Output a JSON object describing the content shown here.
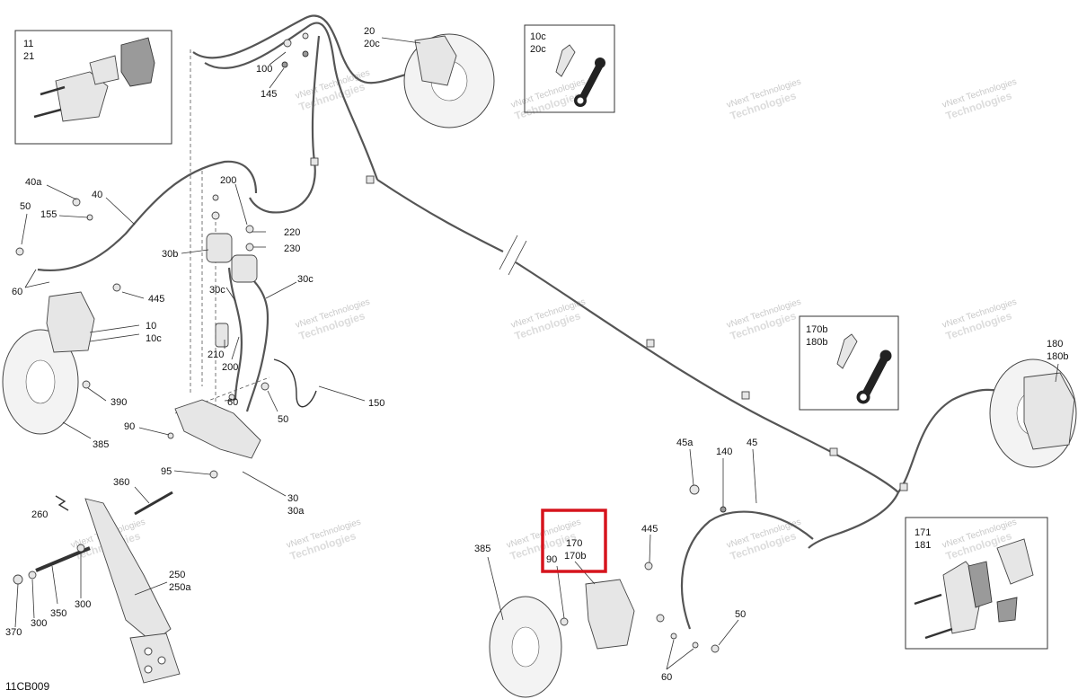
{
  "figure_code": "11CB009",
  "watermark": {
    "line1": "vNext",
    "line2": "Technologies",
    "combined": "vNext Technologies"
  },
  "inset_boxes": {
    "top_left": [
      "11",
      "21"
    ],
    "bleeders_front": [
      "10c",
      "20c"
    ],
    "bleeders_rear": [
      "170b",
      "180b"
    ],
    "pads_rear": [
      "171",
      "181"
    ]
  },
  "callouts": {
    "c20": "20",
    "c20c": "20c",
    "c100": "100",
    "c145": "145",
    "c40a": "40a",
    "c40": "40",
    "c50a": "50",
    "c155": "155",
    "c60a": "60",
    "c200a": "200",
    "c220": "220",
    "c230": "230",
    "c30b": "30b",
    "c30c_l": "30c",
    "c30c_r": "30c",
    "c445a": "445",
    "c10": "10",
    "c10c": "10c",
    "c210": "210",
    "c200b": "200",
    "c150": "150",
    "c390": "390",
    "c90a": "90",
    "c60b": "60",
    "c50b": "50",
    "c385a": "385",
    "c95": "95",
    "c30": "30",
    "c30a": "30a",
    "c360": "360",
    "c260": "260",
    "c250": "250",
    "c250a": "250a",
    "c370": "370",
    "c300a": "300",
    "c350": "350",
    "c300b": "300",
    "c180": "180",
    "c180b": "180b",
    "c45a": "45a",
    "c140": "140",
    "c45": "45",
    "c445b": "445",
    "c170": "170",
    "c170b": "170b",
    "c90b": "90",
    "c385b": "385",
    "c60c": "60",
    "c50c": "50"
  },
  "colors": {
    "highlight": "#d6141d",
    "line": "#333333",
    "watermark": "#c9c9c9"
  }
}
